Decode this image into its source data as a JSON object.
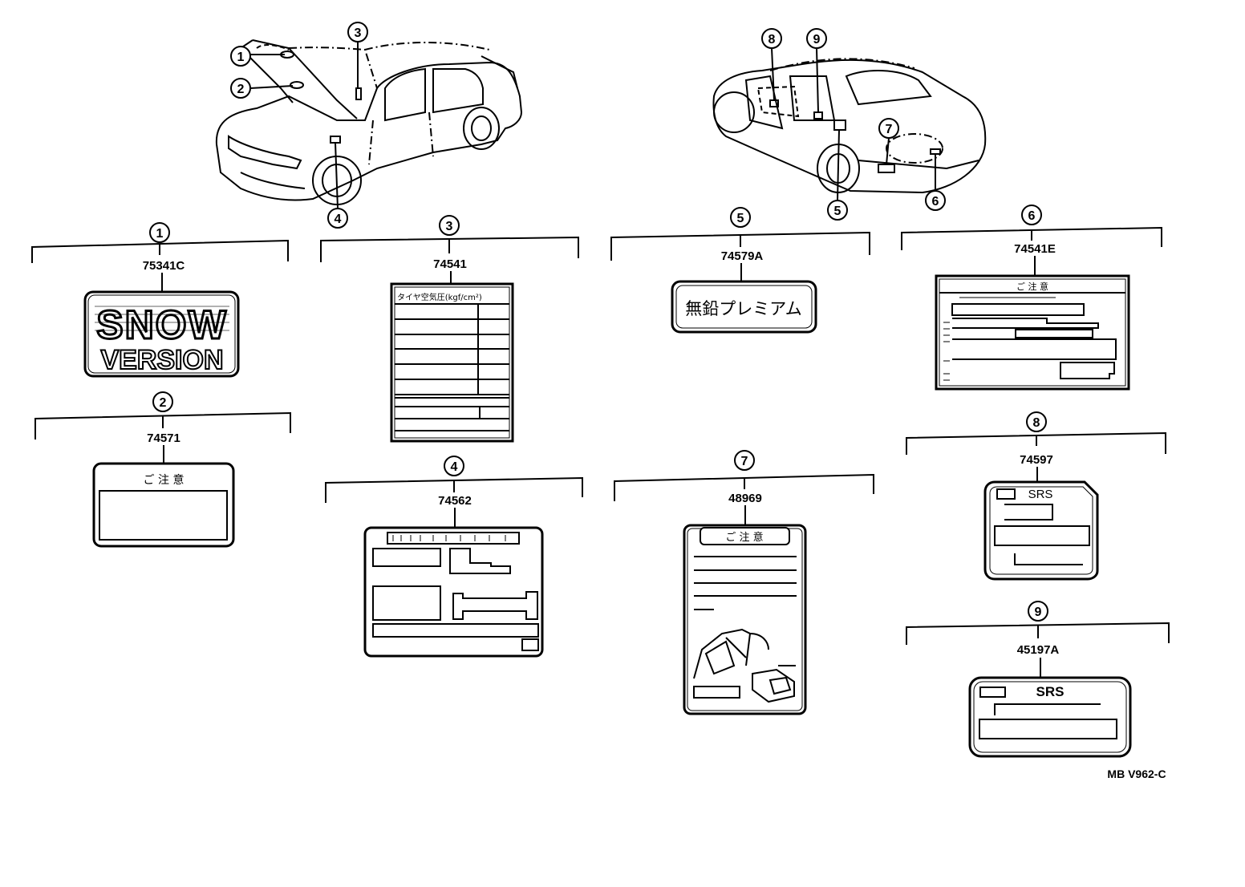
{
  "callouts": {
    "c1": "1",
    "c2": "2",
    "c3": "3",
    "c4": "4",
    "c5": "5",
    "c6": "6",
    "c7": "7",
    "c8": "8",
    "c9": "9"
  },
  "parts": {
    "p1": "75341C",
    "p2": "74571",
    "p3": "74541",
    "p4": "74562",
    "p5": "74579A",
    "p6": "74541E",
    "p7": "48969",
    "p8": "74597",
    "p9": "45197A"
  },
  "labels": {
    "snow": "SNOW",
    "version": "VERSION",
    "caution": "ご 注 意",
    "tire_pressure": "タイヤ空気圧(kgf/cm²)",
    "unleaded_premium": "無鉛プレミアム",
    "srs": "SRS"
  },
  "reference_code": "MB V962-C"
}
